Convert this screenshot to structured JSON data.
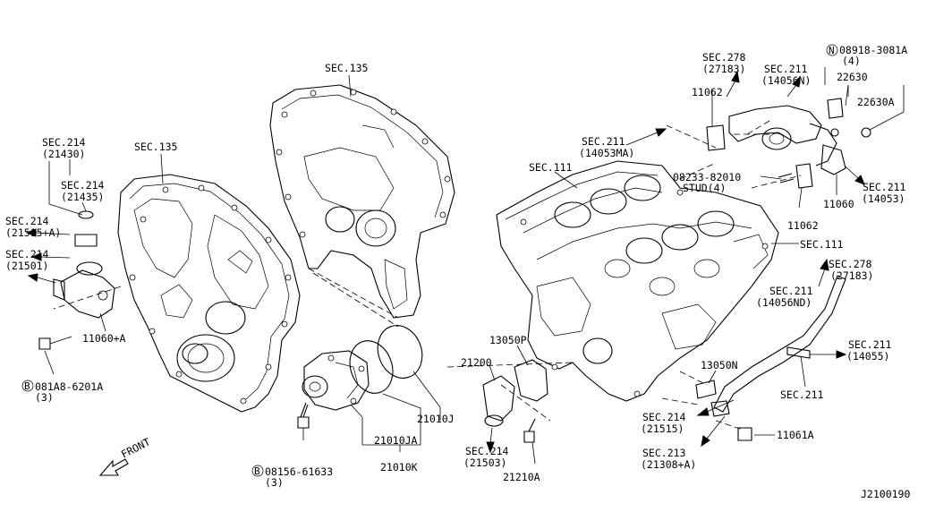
{
  "diagram_id": "J2100190",
  "front_label": "FRONT",
  "labels": {
    "sec135_left": "SEC.135",
    "sec135_top": "SEC.135",
    "sec214_21430_a": "SEC.214",
    "sec214_21430_b": "(21430)",
    "sec214_21435_a": "SEC.214",
    "sec214_21435_b": "(21435)",
    "sec214_21515a_a": "SEC.214",
    "sec214_21515a_b": "(21515+A)",
    "sec214_21501_a": "SEC.214",
    "sec214_21501_b": "(21501)",
    "p11060a": "11060+A",
    "bolt_081a8_a": "081A8-6201A",
    "bolt_081a8_b": "(3)",
    "bolt_08156_a": "08156-61633",
    "bolt_08156_b": "(3)",
    "p21010j": "21010J",
    "p21010ja": "21010JA",
    "p21010k": "21010K",
    "sec111_a": "SEC.111",
    "sec111_b": "SEC.111",
    "sec211_14053ma_a": "SEC.211",
    "sec211_14053ma_b": "(14053MA)",
    "sec278_27183_top_a": "SEC.278",
    "sec278_27183_top_b": "(27183)",
    "sec211_14056n_a": "SEC.211",
    "sec211_14056n_b": "(14056N)",
    "p11062_top": "11062",
    "nut_08918_a": "08918-3081A",
    "nut_08918_b": "(4)",
    "p22630": "22630",
    "p22630a": "22630A",
    "stud_a": "08233-82010",
    "stud_b": "STUD(4)",
    "p11062_bot": "11062",
    "p11060": "11060",
    "sec211_14053_a": "SEC.211",
    "sec211_14053_b": "(14053)",
    "sec278_27183_right_a": "SEC.278",
    "sec278_27183_right_b": "(27183)",
    "sec211_14056nd_a": "SEC.211",
    "sec211_14056nd_b": "(14056ND)",
    "sec211_14055_a": "SEC.211",
    "sec211_14055_b": "(14055)",
    "sec211_plain": "SEC.211",
    "p13050p": "13050P",
    "p13050n": "13050N",
    "p21200": "21200",
    "sec214_21515_a": "SEC.214",
    "sec214_21515_b": "(21515)",
    "p11061a": "11061A",
    "sec214_21503_a": "SEC.214",
    "sec214_21503_b": "(21503)",
    "sec213_21308a_a": "SEC.213",
    "sec213_21308a_b": "(21308+A)",
    "p21210a": "21210A",
    "circle_b": "B",
    "circle_n": "N"
  }
}
